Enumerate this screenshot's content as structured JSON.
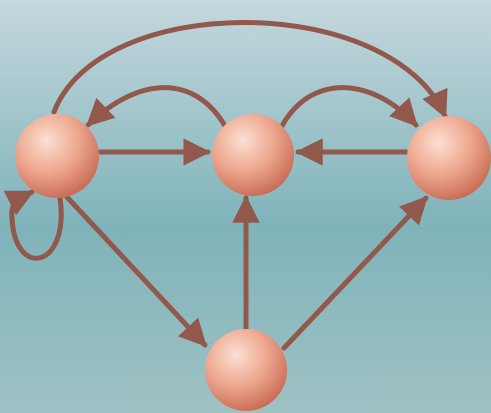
{
  "diagram": {
    "type": "directed-graph",
    "node_shape": "sphere",
    "colors": {
      "node_light": "#fbe0d3",
      "node_mid": "#eea78e",
      "node_dark": "#c46550",
      "edge": "#92584c",
      "background_top": "#c4d8dd",
      "background_mid": "#7fb3ba",
      "background_bottom": "#9fc2c4"
    },
    "nodes": [
      {
        "id": "left",
        "label": ""
      },
      {
        "id": "center",
        "label": ""
      },
      {
        "id": "right",
        "label": ""
      },
      {
        "id": "bottom",
        "label": ""
      }
    ],
    "edges": [
      {
        "id": "left-to-center",
        "from": "left",
        "to": "center"
      },
      {
        "id": "right-to-center",
        "from": "right",
        "to": "center"
      },
      {
        "id": "bottom-to-center",
        "from": "bottom",
        "to": "center"
      },
      {
        "id": "bottom-to-right",
        "from": "bottom",
        "to": "right"
      },
      {
        "id": "left-to-bottom",
        "from": "left",
        "to": "bottom"
      },
      {
        "id": "left-to-right-arc",
        "from": "left",
        "to": "right"
      },
      {
        "id": "center-to-left-arc",
        "from": "center",
        "to": "left"
      },
      {
        "id": "center-to-right-arc",
        "from": "center",
        "to": "right"
      },
      {
        "id": "left-self-loop",
        "from": "left",
        "to": "left"
      }
    ]
  }
}
